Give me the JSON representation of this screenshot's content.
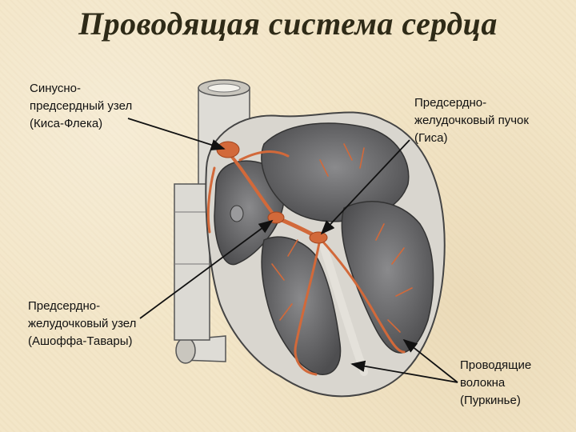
{
  "title": "Проводящая система сердца",
  "labels": {
    "sa_node": [
      "Синусно-",
      "предсердный узел",
      "(Киса-Флека)"
    ],
    "his_bundle": [
      "Предсердно-",
      "желудочковый пучок",
      "(Гиса)"
    ],
    "av_node": [
      "Предсердно-",
      "желудочковый узел",
      "(Ашоффа-Тавары)"
    ],
    "purkinje": [
      "Проводящие",
      "волокна",
      "(Пуркинье)"
    ]
  },
  "colors": {
    "background": "#f3e6c8",
    "tissue": "#d9d6cf",
    "chamber": "#6e6e70",
    "conduction": "#d2693a",
    "arrow": "#111111"
  }
}
